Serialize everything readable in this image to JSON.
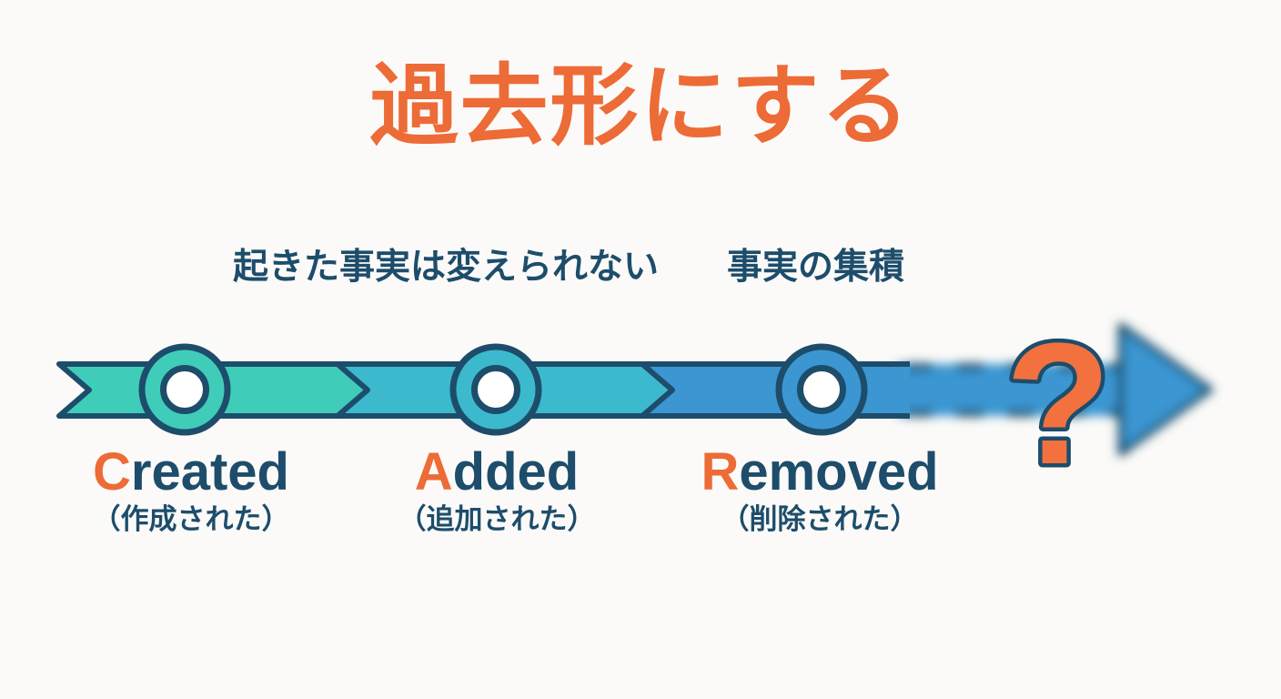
{
  "palette": {
    "bg": "#FBFAF8",
    "orange": "#ED6B36",
    "qm-orange": "#F2713F",
    "navy": "#1D4D6B",
    "teal": "#3FCDBA",
    "cyan": "#3CB9CD",
    "blue": "#3B96D2",
    "white": "#FFFFFF"
  },
  "title": {
    "text": "過去形にする"
  },
  "annotations": {
    "unchangeable": "起きた事実は変えられない",
    "accumulation": "事実の集積"
  },
  "timeline": {
    "nodes": [
      {
        "en_initial": "C",
        "en_rest": "reated",
        "ja": "（作成された）"
      },
      {
        "en_initial": "A",
        "en_rest": "dded",
        "ja": "（追加された）"
      },
      {
        "en_initial": "R",
        "en_rest": "emoved",
        "ja": "（削除された）"
      }
    ],
    "future_marker": "?"
  }
}
